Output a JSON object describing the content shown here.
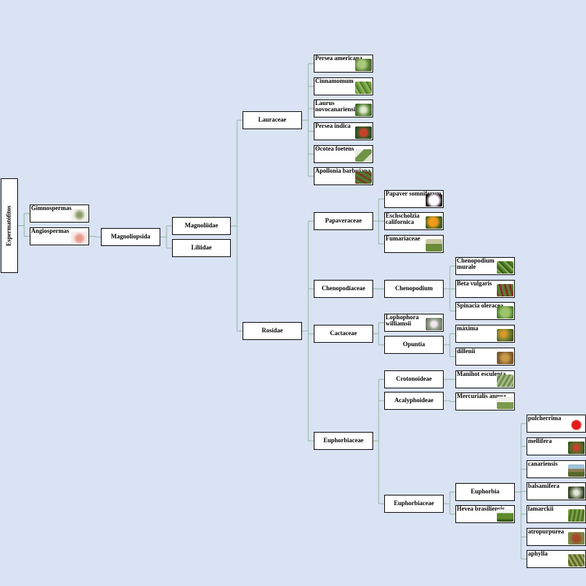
{
  "diagram": {
    "line_color": "#8fb39a",
    "background": "#d9e3f4",
    "nodes": [
      {
        "id": "espermatofitos",
        "label": "Espermatófitos",
        "vertical": true
      },
      {
        "id": "gimnospermas",
        "label": "Gimnospermas",
        "icon": "gimno"
      },
      {
        "id": "angiospermas",
        "label": "Angiospermas",
        "icon": "angio"
      },
      {
        "id": "magnoliopsida",
        "label": "Magnoliopsida"
      },
      {
        "id": "magnoliidae",
        "label": "Magnoliidae"
      },
      {
        "id": "liliidae",
        "label": "Liliidae"
      },
      {
        "id": "lauraceae",
        "label": "Lauraceae"
      },
      {
        "id": "rosidae",
        "label": "Rosidae"
      },
      {
        "id": "persea_americana",
        "label": "Persea americana",
        "icon": "avocado"
      },
      {
        "id": "cinnamomum",
        "label": "Cinnamomum",
        "icon": "leaves"
      },
      {
        "id": "laurus",
        "label": "Laurus novocanariensis",
        "icon": "laurus"
      },
      {
        "id": "persea_indica",
        "label": "Persea indica",
        "icon": "red"
      },
      {
        "id": "ocotea",
        "label": "Ocotea foetens",
        "icon": "ocotea"
      },
      {
        "id": "apollonia",
        "label": "Apollonia barbujana",
        "icon": "apol"
      },
      {
        "id": "papaveraceae",
        "label": "Papaveraceae"
      },
      {
        "id": "chenopodiaceae",
        "label": "Chenopodiaceae"
      },
      {
        "id": "cactaceae",
        "label": "Cactaceae"
      },
      {
        "id": "euphorbiaceae_fam",
        "label": "Euphorbiaceae"
      },
      {
        "id": "papaver",
        "label": "Papaver somniferum",
        "icon": "poppy"
      },
      {
        "id": "eschscholzia",
        "label": "Eschscholzia californica",
        "icon": "orange"
      },
      {
        "id": "fumariaceae",
        "label": "Fumariaceae",
        "icon": "fum"
      },
      {
        "id": "chenopodium",
        "label": "Chenopodium"
      },
      {
        "id": "ch_murale",
        "label": "Chenopodium murale",
        "icon": "green"
      },
      {
        "id": "beta",
        "label": "Beta vulgaris",
        "icon": "beta"
      },
      {
        "id": "spinacia",
        "label": "Spinacia oleracea",
        "icon": "spin"
      },
      {
        "id": "lophophora",
        "label": "Lophophora williamsii",
        "icon": "cactus"
      },
      {
        "id": "opuntia",
        "label": "Opuntia"
      },
      {
        "id": "maxima",
        "label": "máxima",
        "icon": "opuntia"
      },
      {
        "id": "dillenii",
        "label": "dillenii",
        "icon": "dill"
      },
      {
        "id": "crotonoideae",
        "label": "Crotonoideae"
      },
      {
        "id": "acalyphoideae",
        "label": "Acalyphoideae"
      },
      {
        "id": "euphorbiaceae_sub",
        "label": "Euphorbiaceae"
      },
      {
        "id": "manihot",
        "label": "Manihot esculenta",
        "icon": "manihot"
      },
      {
        "id": "mercurialis",
        "label": "Mercurialis annua",
        "icon": "merc"
      },
      {
        "id": "euphorbia",
        "label": "Euphorbia"
      },
      {
        "id": "hevea",
        "label": "Hevea brasiliensis",
        "icon": "hevea"
      },
      {
        "id": "pulcherrima",
        "label": "pulcherrima",
        "icon": "poins"
      },
      {
        "id": "mellifera",
        "label": "mellifera",
        "icon": "mell"
      },
      {
        "id": "canariensis",
        "label": "canariensis",
        "icon": "canar"
      },
      {
        "id": "balsamifera",
        "label": "balsamifera",
        "icon": "bals"
      },
      {
        "id": "lamarckii",
        "label": "lamarckii",
        "icon": "lam"
      },
      {
        "id": "atropurpurea",
        "label": "atropurpurea",
        "icon": "atro"
      },
      {
        "id": "aphylla",
        "label": "aphylla",
        "icon": "aph"
      }
    ],
    "edges": [
      [
        "espermatofitos",
        "gimnospermas"
      ],
      [
        "espermatofitos",
        "angiospermas"
      ],
      [
        "angiospermas",
        "magnoliopsida"
      ],
      [
        "magnoliopsida",
        "magnoliidae"
      ],
      [
        "magnoliopsida",
        "liliidae"
      ],
      [
        "magnoliidae",
        "lauraceae"
      ],
      [
        "magnoliidae",
        "rosidae"
      ],
      [
        "lauraceae",
        "persea_americana"
      ],
      [
        "lauraceae",
        "cinnamomum"
      ],
      [
        "lauraceae",
        "laurus"
      ],
      [
        "lauraceae",
        "persea_indica"
      ],
      [
        "lauraceae",
        "ocotea"
      ],
      [
        "lauraceae",
        "apollonia"
      ],
      [
        "rosidae",
        "papaveraceae"
      ],
      [
        "rosidae",
        "chenopodiaceae"
      ],
      [
        "rosidae",
        "cactaceae"
      ],
      [
        "rosidae",
        "euphorbiaceae_fam"
      ],
      [
        "papaveraceae",
        "papaver"
      ],
      [
        "papaveraceae",
        "eschscholzia"
      ],
      [
        "papaveraceae",
        "fumariaceae"
      ],
      [
        "chenopodiaceae",
        "chenopodium"
      ],
      [
        "chenopodium",
        "ch_murale"
      ],
      [
        "chenopodium",
        "beta"
      ],
      [
        "chenopodium",
        "spinacia"
      ],
      [
        "cactaceae",
        "lophophora"
      ],
      [
        "cactaceae",
        "opuntia"
      ],
      [
        "opuntia",
        "maxima"
      ],
      [
        "opuntia",
        "dillenii"
      ],
      [
        "euphorbiaceae_fam",
        "crotonoideae"
      ],
      [
        "euphorbiaceae_fam",
        "acalyphoideae"
      ],
      [
        "euphorbiaceae_fam",
        "euphorbiaceae_sub"
      ],
      [
        "crotonoideae",
        "manihot"
      ],
      [
        "acalyphoideae",
        "mercurialis"
      ],
      [
        "euphorbiaceae_sub",
        "euphorbia"
      ],
      [
        "euphorbiaceae_sub",
        "hevea"
      ],
      [
        "euphorbia",
        "pulcherrima"
      ],
      [
        "euphorbia",
        "mellifera"
      ],
      [
        "euphorbia",
        "canariensis"
      ],
      [
        "euphorbia",
        "balsamifera"
      ],
      [
        "euphorbia",
        "lamarckii"
      ],
      [
        "euphorbia",
        "atropurpurea"
      ],
      [
        "euphorbia",
        "aphylla"
      ]
    ]
  }
}
